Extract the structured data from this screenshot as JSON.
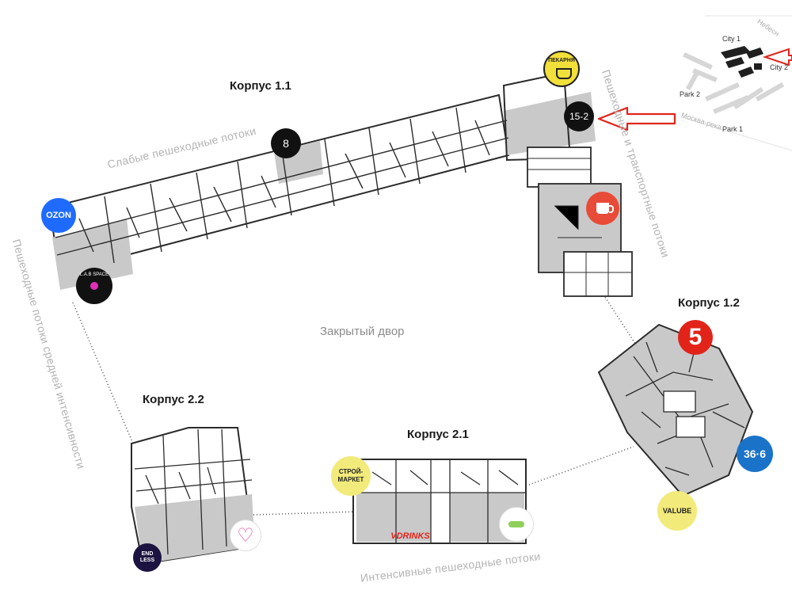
{
  "buildings": {
    "k11": "Корпус 1.1",
    "k12": "Корпус 1.2",
    "k21": "Корпус 2.1",
    "k22": "Корпус 2.2"
  },
  "flows": {
    "weak": "Слабые пешеходные потоки",
    "pedestrian_transport": "Пешеходные и транспортные потоки",
    "medium": "Пешеходные потоки средней интенсивности",
    "intense": "Интенсивные пешеходные потоки"
  },
  "yard": "Закрытый двор",
  "minimap": {
    "city1": "City 1",
    "city2": "City 2",
    "park1": "Park 1",
    "park2": "Park 2",
    "river": "Москва-река",
    "street": "Небесн"
  },
  "tenants": {
    "ozon": "OZON",
    "lab": "L.A.B SPACE",
    "bakery_top": "ПЕКАРНЯ",
    "unit8": "8",
    "unit15": "15-2",
    "pyaterochka": "5",
    "pharmacy": "36·6",
    "valube": "VALUBE",
    "stroy": "СТРОЙ-\nМАРКЕТ",
    "endless": "END\nLESS",
    "vdrinks": "VDRINKS"
  },
  "colors": {
    "unit_fill": "#c9c9c9",
    "wall": "#2b2b2b",
    "ozon": "#1f6bff",
    "pyaterochka": "#e2231a",
    "pharmacy": "#1a73c9",
    "coffee": "#e84b37",
    "yellow_badge": "#f2ea7a",
    "arrow": "#e0251b"
  }
}
